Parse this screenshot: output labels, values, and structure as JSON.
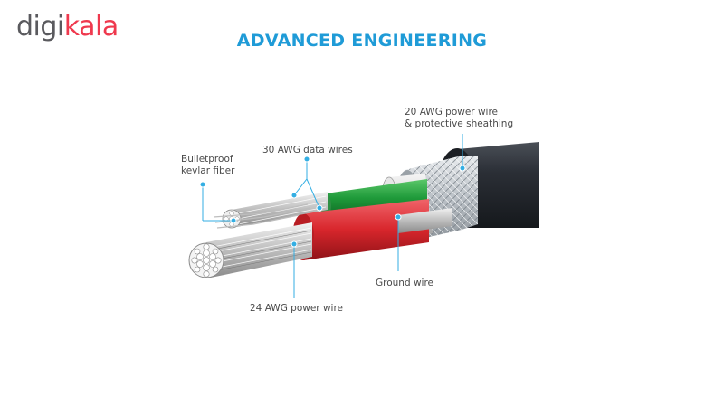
{
  "brand": {
    "part1": "digi",
    "part2": "kala",
    "color_primary": "#ef394e",
    "color_secondary": "#5a5a5e"
  },
  "diagram": {
    "title": "ADVANCED ENGINEERING",
    "title_color": "#1f9bd7",
    "labels": {
      "power_wire_20": [
        "20 AWG power wire",
        "& protective sheathing"
      ],
      "data_wires": "30 AWG data wires",
      "kevlar": [
        "Bulletproof",
        "kevlar fiber"
      ],
      "ground": "Ground wire",
      "power_wire_24": "24 AWG power wire"
    },
    "colors": {
      "jacket": "#2b2f36",
      "green_wire": "#1f9a3a",
      "red_wire": "#d8262c",
      "braid": "#c8cdd2",
      "callout": "#33aee3"
    }
  }
}
